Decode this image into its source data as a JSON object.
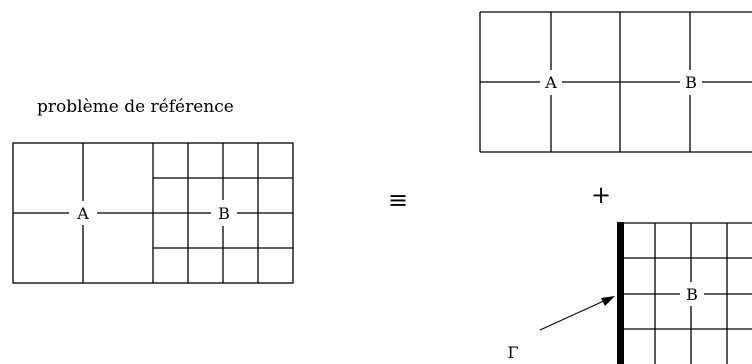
{
  "title": "problème de référence",
  "labels": {
    "ref_a": "A",
    "ref_b": "B",
    "coarse_a": "A",
    "coarse_b": "B",
    "fine_b": "B",
    "gamma": "Γ"
  },
  "operators": {
    "equivalence": "≡",
    "plus": "+"
  }
}
